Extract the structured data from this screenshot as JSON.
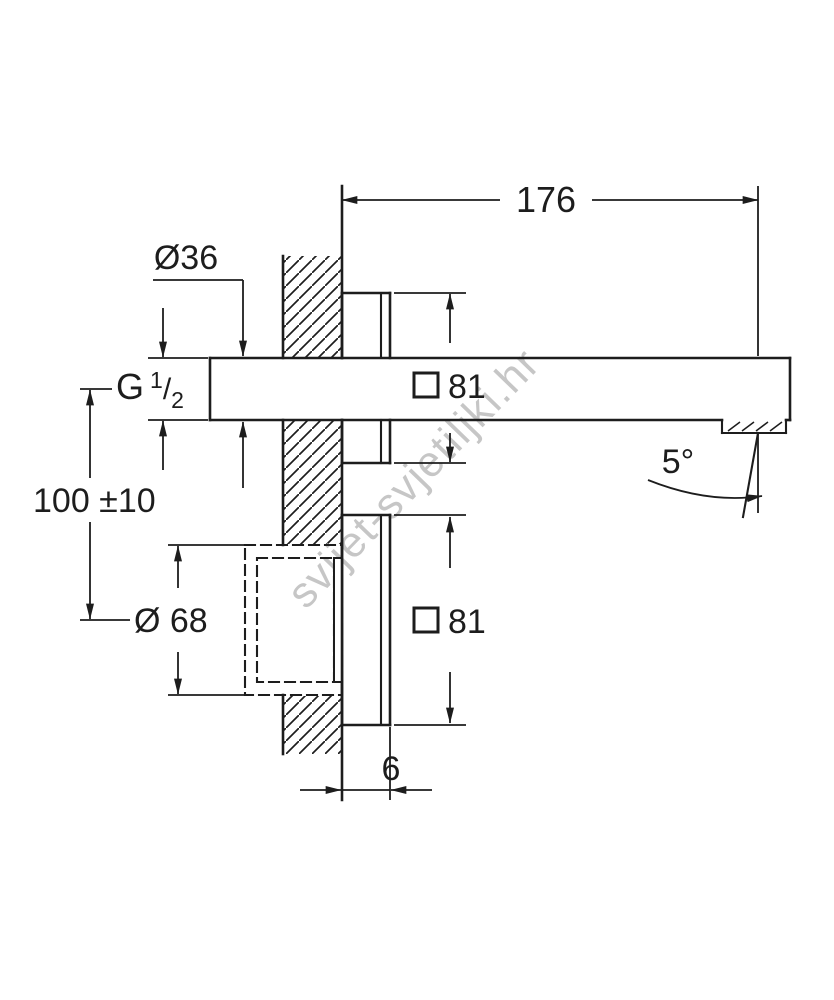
{
  "watermark": {
    "text": "svijet-svjetiljki.hr"
  },
  "annotations": {
    "spout_length": "176",
    "supply_pipe_diameter": "Ø36",
    "thread": {
      "prefix": "G",
      "numerator": "1",
      "slash": "/",
      "denominator": "2"
    },
    "mounting_height": "100 ±10",
    "body_diameter": "Ø 68",
    "upper_plate_size": "81",
    "lower_plate_size": "81",
    "spout_angle": "5°",
    "plate_thickness": "6"
  },
  "colors": {
    "line": "#1d1d1d",
    "watermark": "#c6c6c6",
    "background": "#ffffff"
  }
}
